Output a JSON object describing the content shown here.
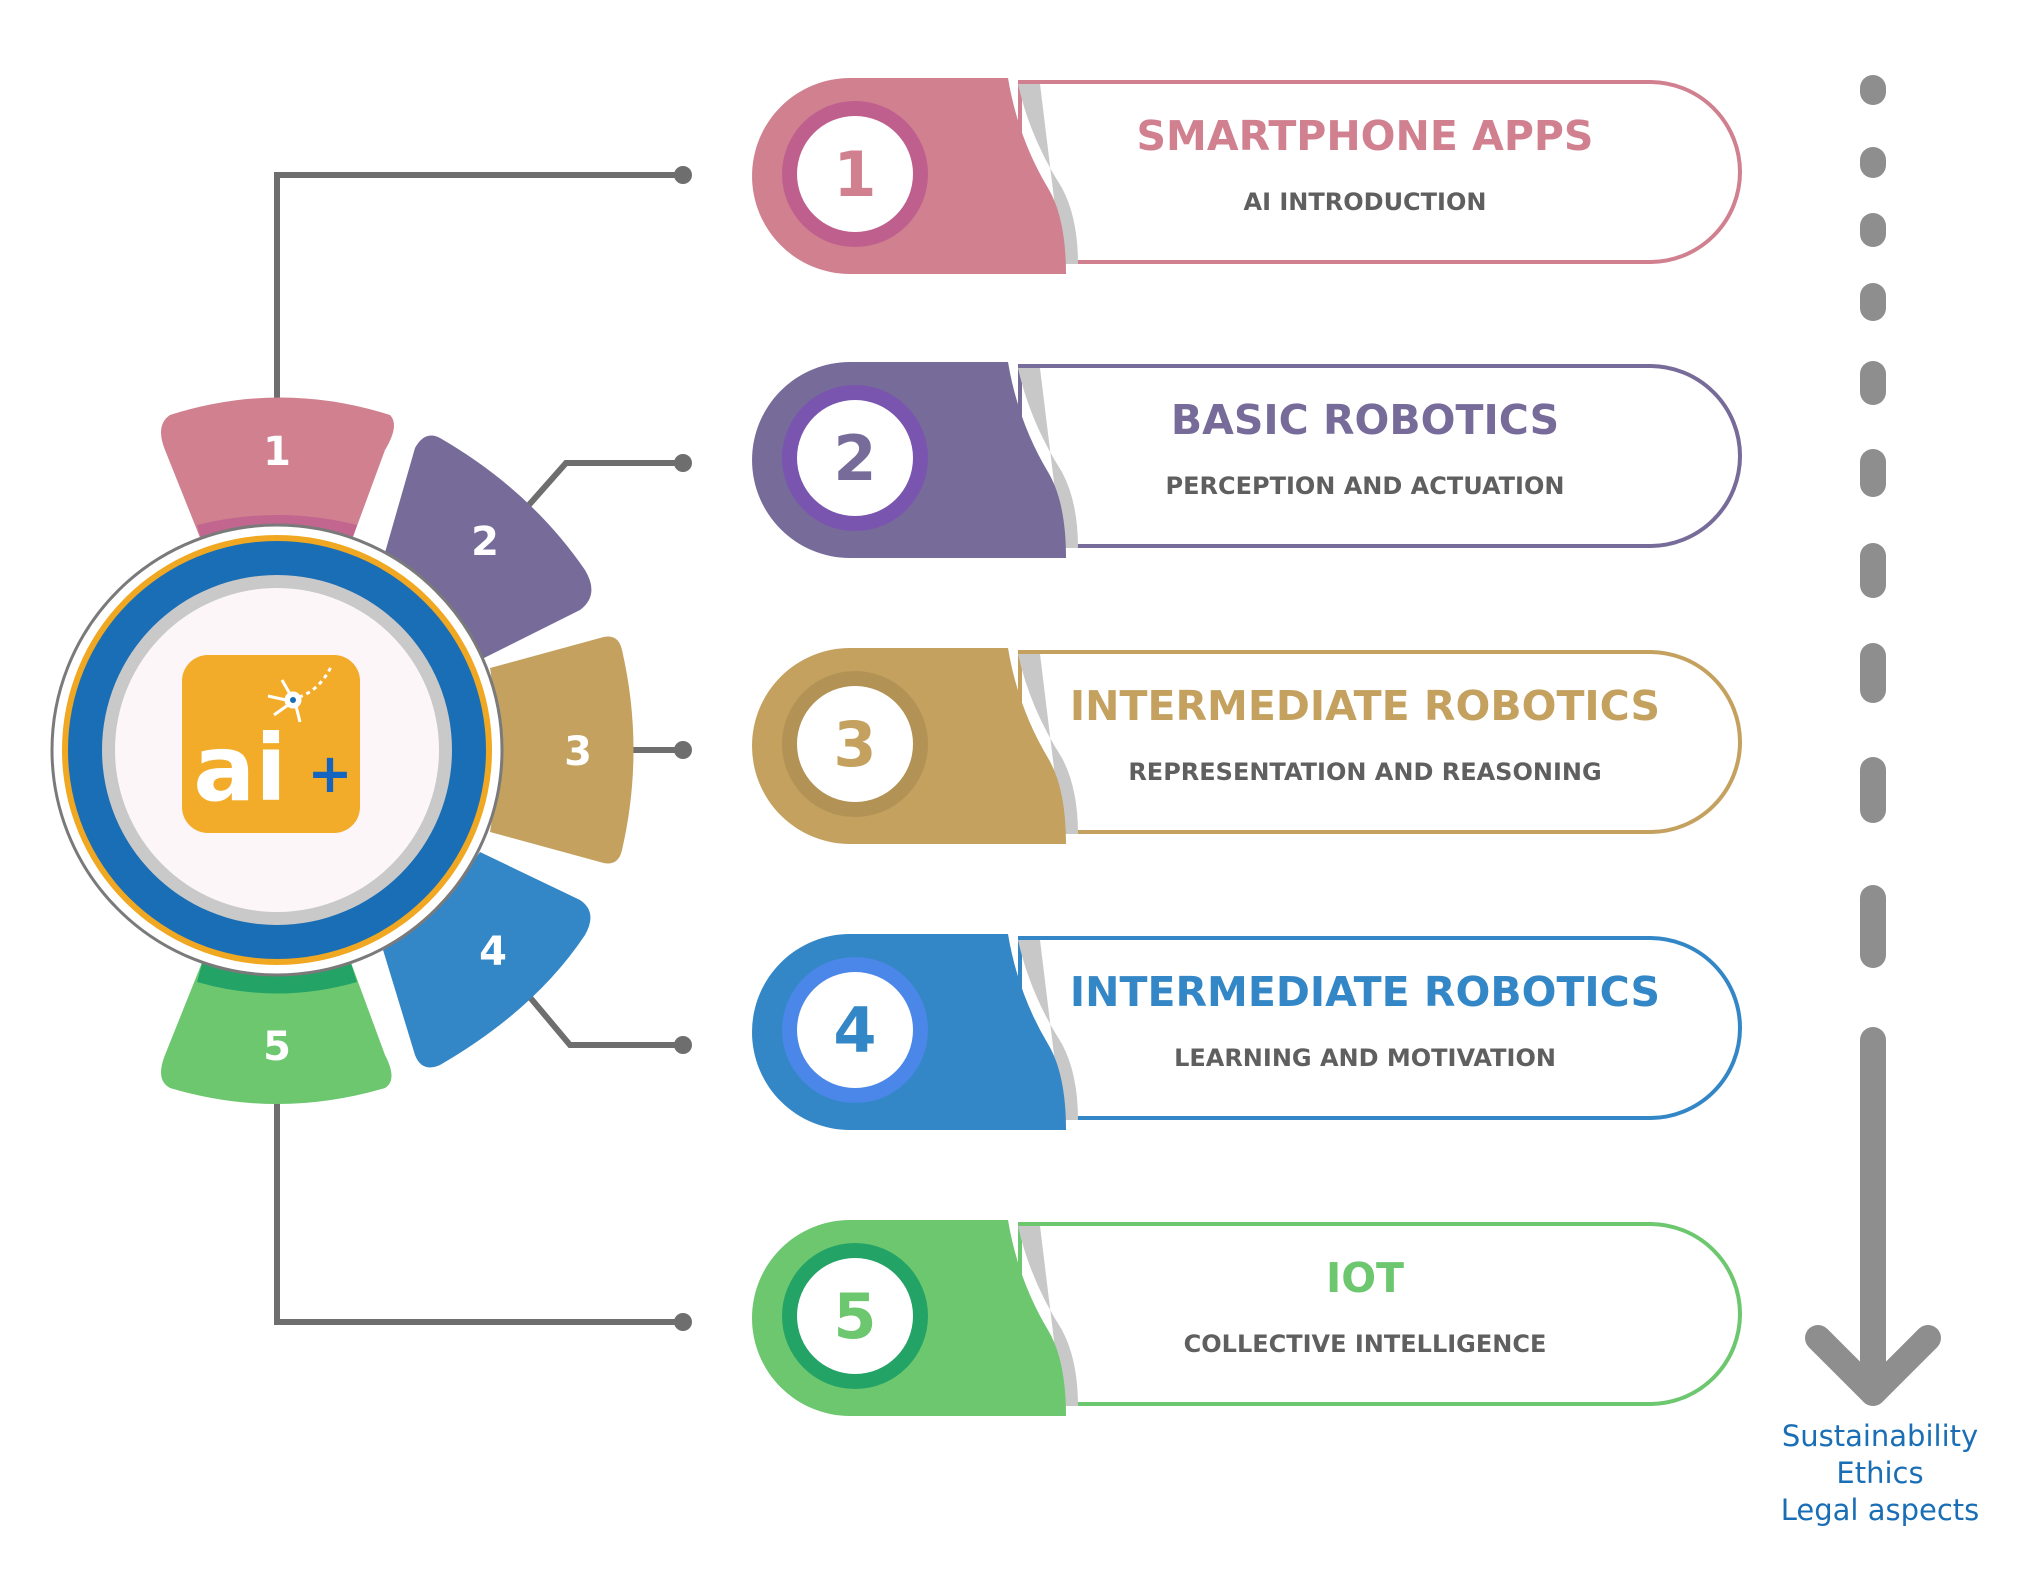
{
  "logo": {
    "text": "ai",
    "plus": "+",
    "colors": {
      "tile": "#f2ac29",
      "plus": "#1565c0",
      "ring_outer": "#1a6eb5",
      "ring_gold": "#f0a722"
    }
  },
  "petals": [
    {
      "number": "1",
      "color": "#d0808f"
    },
    {
      "number": "2",
      "color": "#766b99"
    },
    {
      "number": "3",
      "color": "#c4a15e"
    },
    {
      "number": "4",
      "color": "#3487c6"
    },
    {
      "number": "5",
      "color": "#6cc76f"
    }
  ],
  "stages": [
    {
      "number": "1",
      "title": "SMARTPHONE APPS",
      "subtitle": "AI INTRODUCTION",
      "color": "#d0808f",
      "ring": "#bf5f8e"
    },
    {
      "number": "2",
      "title": "BASIC ROBOTICS",
      "subtitle": "PERCEPTION AND ACTUATION",
      "color": "#766b99",
      "ring": "#7a55b0"
    },
    {
      "number": "3",
      "title": "INTERMEDIATE ROBOTICS",
      "subtitle": "REPRESENTATION AND REASONING",
      "color": "#c4a15e",
      "ring": "#b39256"
    },
    {
      "number": "4",
      "title": "INTERMEDIATE ROBOTICS",
      "subtitle": "LEARNING AND MOTIVATION",
      "color": "#3487c6",
      "ring": "#4a87e8"
    },
    {
      "number": "5",
      "title": "IOT",
      "subtitle": "COLLECTIVE INTELLIGENCE",
      "color": "#6cc76f",
      "ring": "#24a367"
    }
  ],
  "footer": {
    "lines": [
      "Sustainability",
      "Ethics",
      "Legal aspects"
    ],
    "color": "#1a6eb5"
  },
  "icons": {
    "timeline_arrow": "down-arrow-icon",
    "logo_neuron": "neuron-icon"
  }
}
